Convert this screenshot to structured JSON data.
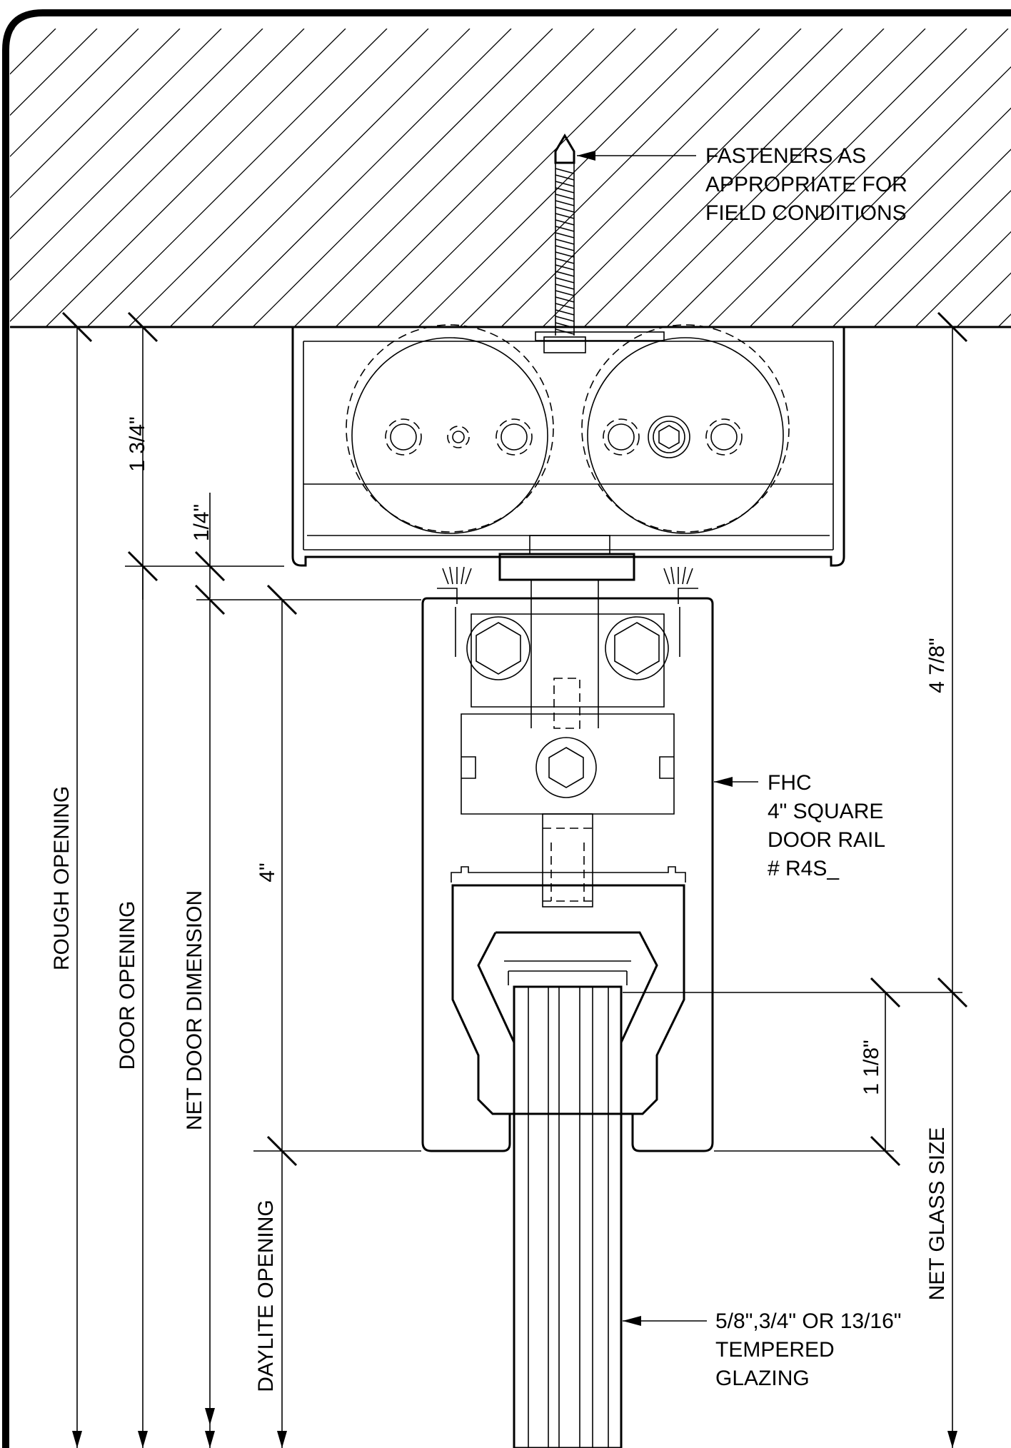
{
  "callouts": {
    "fasteners": [
      "FASTENERS AS",
      "APPROPRIATE FOR",
      "FIELD CONDITIONS"
    ],
    "door_rail": [
      "FHC",
      "4\" SQUARE",
      "DOOR RAIL",
      "# R4S_"
    ],
    "glazing": [
      "5/8\",3/4\" OR 13/16\"",
      "TEMPERED",
      "GLAZING"
    ]
  },
  "dimensions": {
    "top_gap": "1 3/4\"",
    "rail_gap": "1/4\"",
    "rail_height": "4\"",
    "glass_bite": "1 1/8\"",
    "head_to_glass": "4 7/8\""
  },
  "openings": {
    "rough": "ROUGH OPENING",
    "door": "DOOR OPENING",
    "net_door": "NET DOOR DIMENSION",
    "daylite": "DAYLITE OPENING",
    "net_glass": "NET GLASS SIZE"
  }
}
